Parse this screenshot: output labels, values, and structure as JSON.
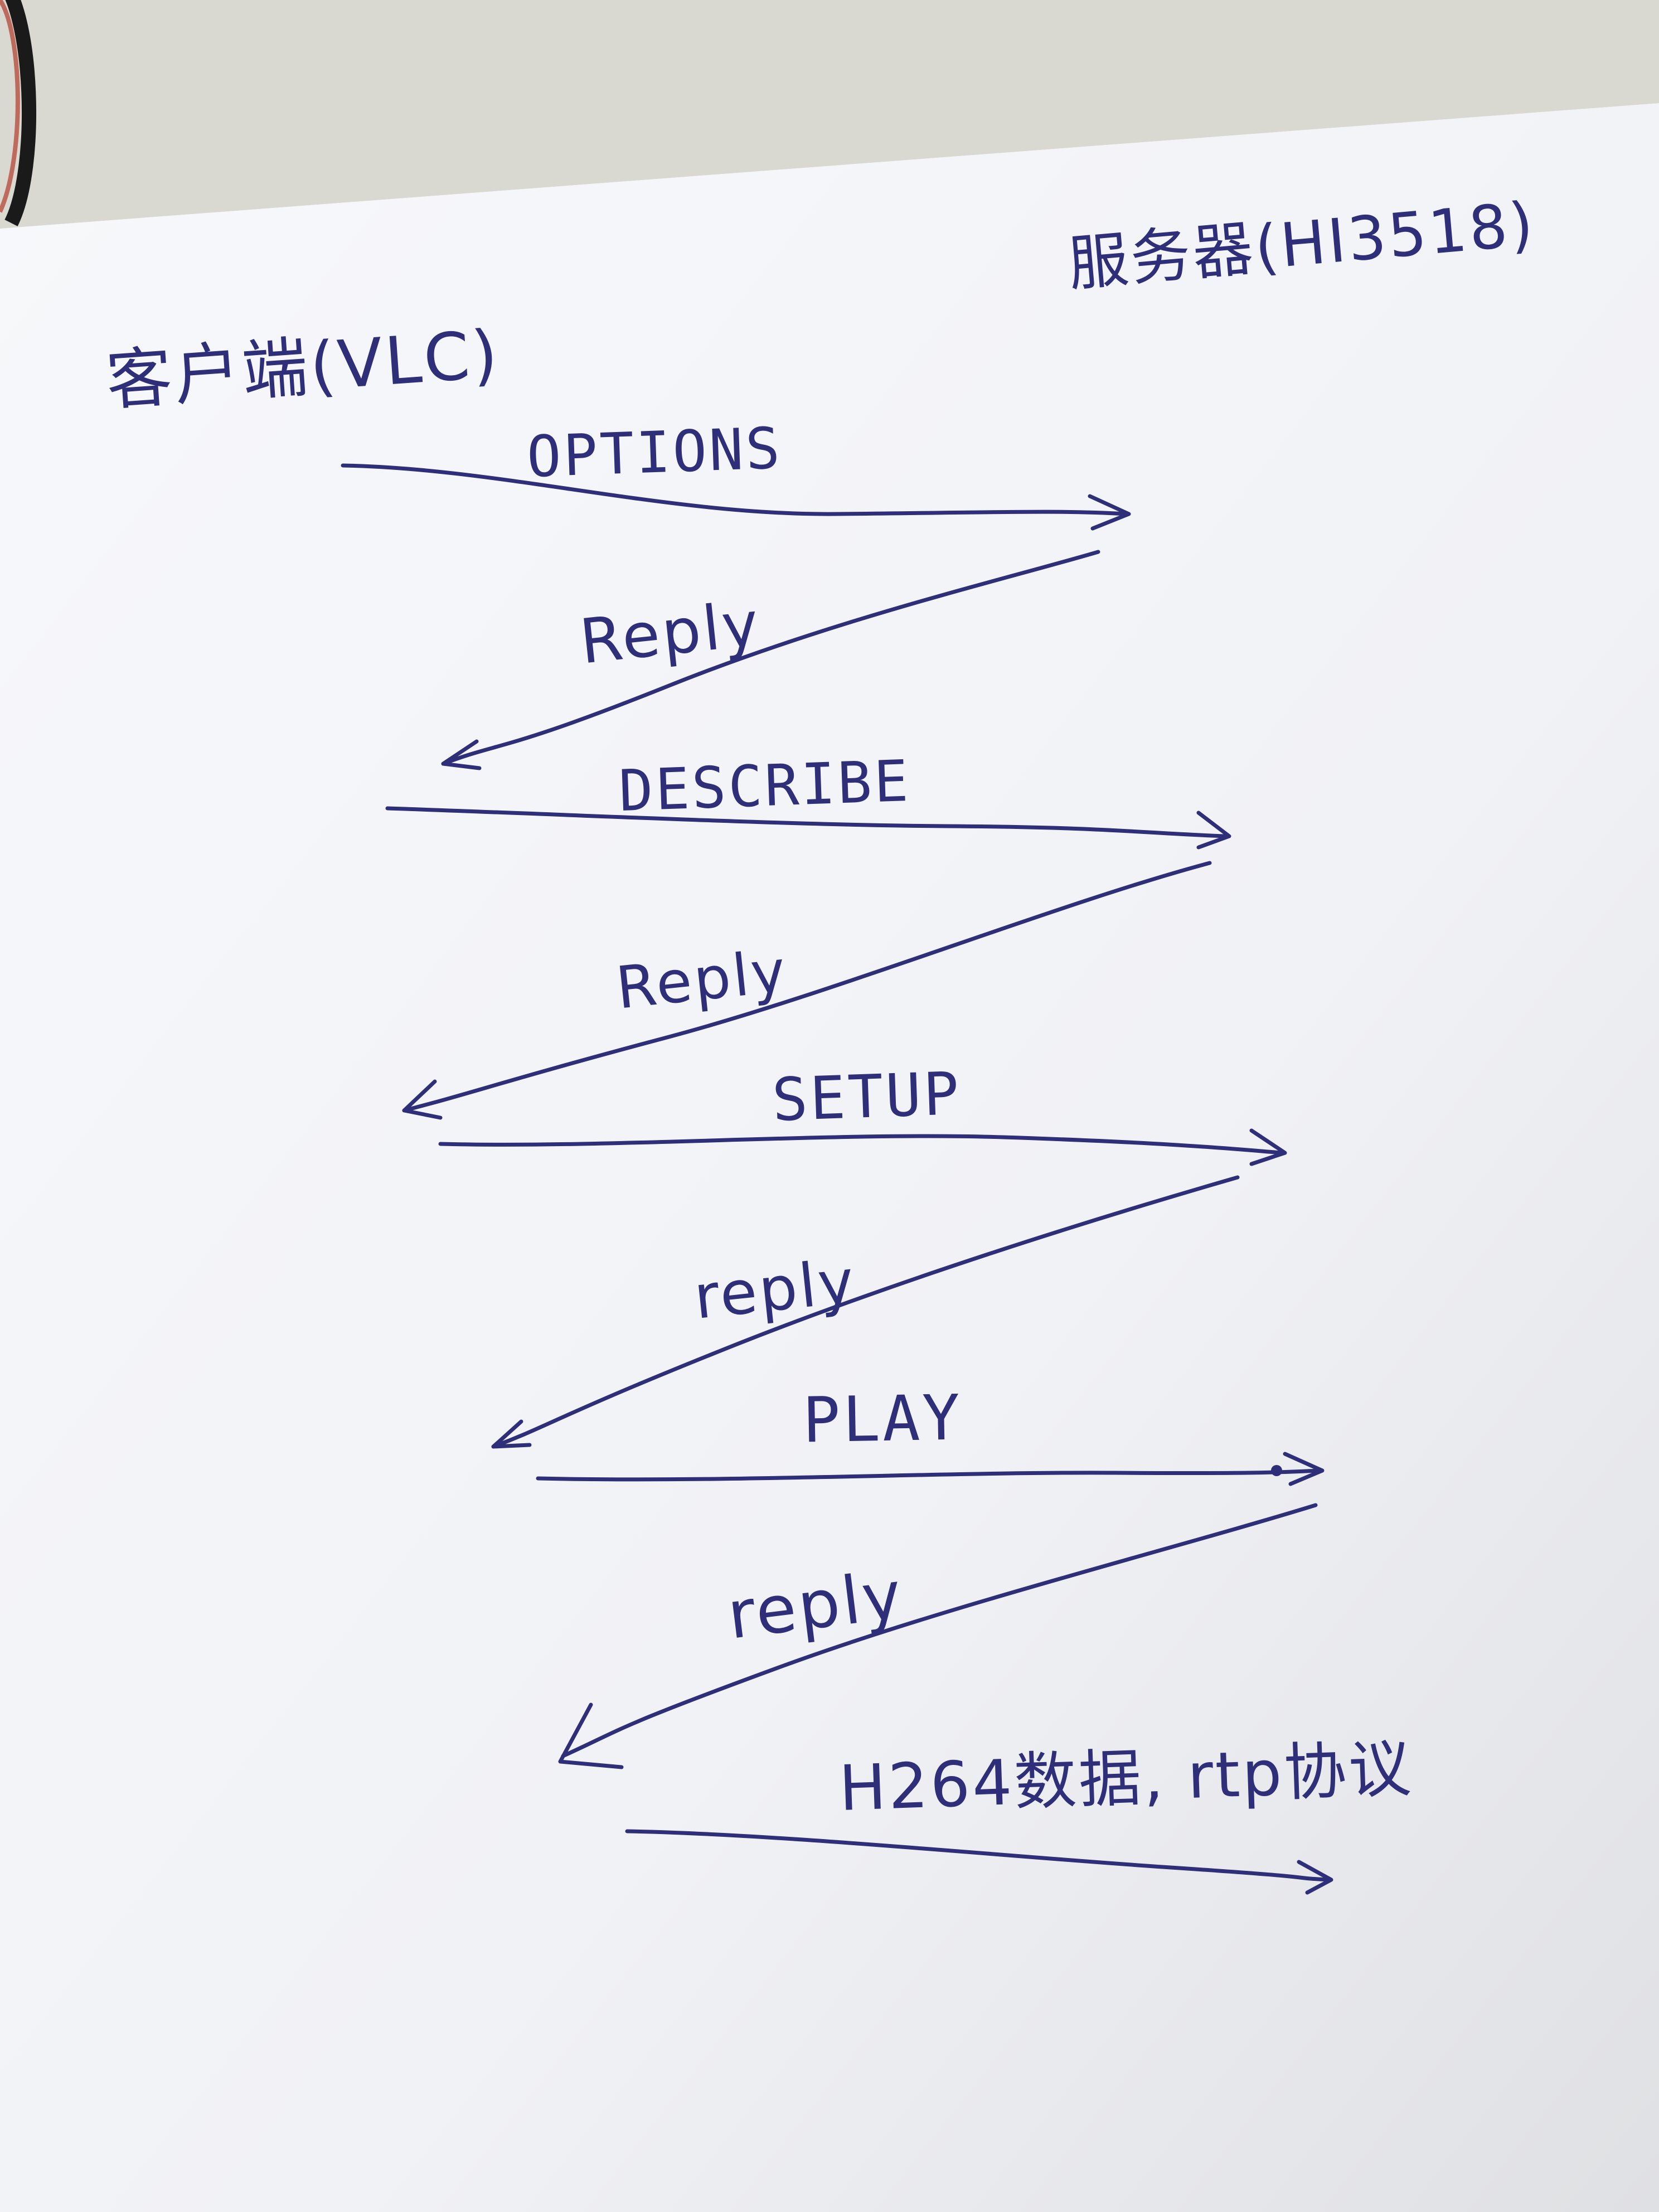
{
  "participants": {
    "client": "客户端(VLC)",
    "server": "服务器(HI3518)"
  },
  "messages": [
    {
      "label": "OPTIONS",
      "direction": "client-to-server"
    },
    {
      "label": "Reply",
      "direction": "server-to-client"
    },
    {
      "label": "DESCRIBE",
      "direction": "client-to-server"
    },
    {
      "label": "Reply",
      "direction": "server-to-client"
    },
    {
      "label": "SETUP",
      "direction": "client-to-server"
    },
    {
      "label": "reply",
      "direction": "server-to-client"
    },
    {
      "label": "PLAY",
      "direction": "client-to-server"
    },
    {
      "label": "reply",
      "direction": "server-to-client"
    },
    {
      "label": "H264数据, rtp协议",
      "direction": "server-to-client"
    }
  ],
  "colors": {
    "ink": "#2e2f78",
    "paper": "#f3f4f8",
    "desk": "#dcdcd6"
  }
}
